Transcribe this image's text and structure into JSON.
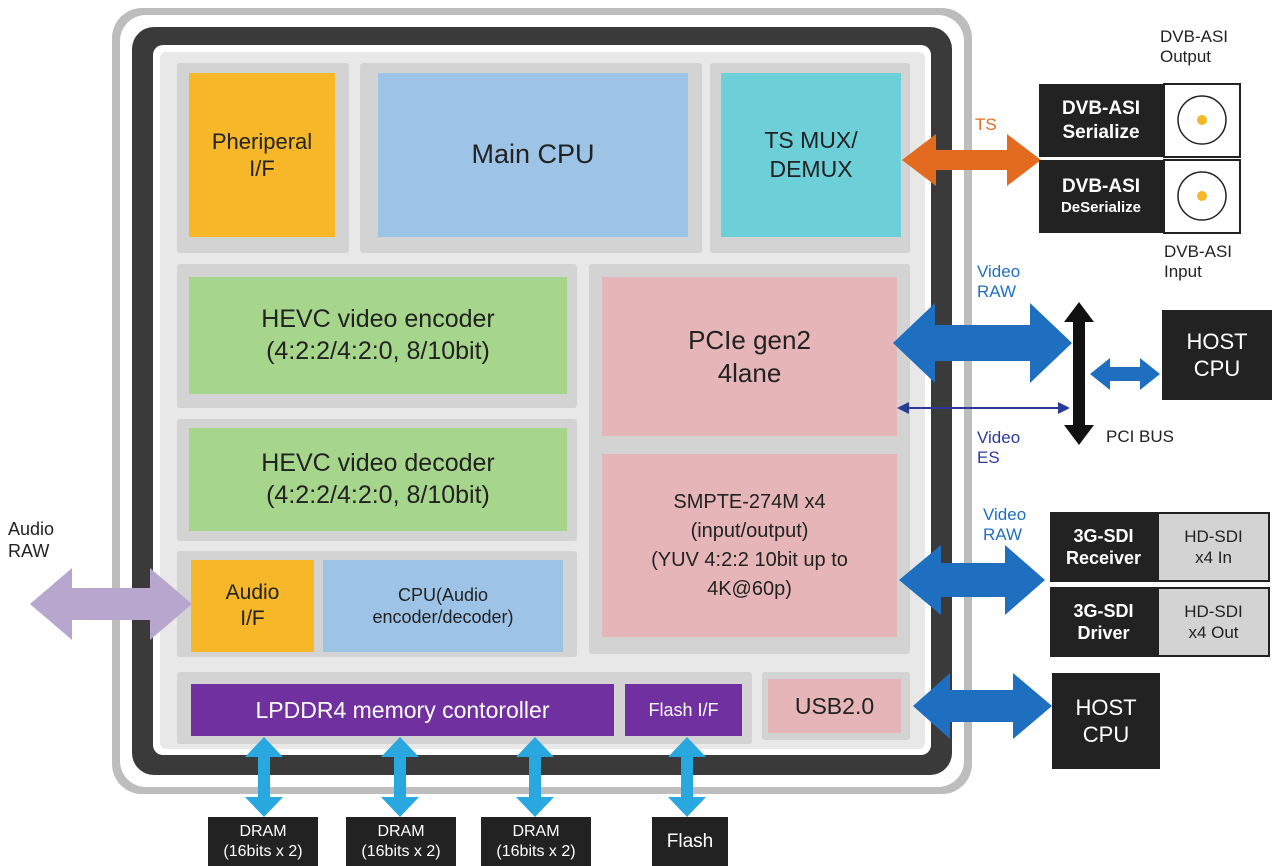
{
  "chip": {
    "peripheral": "Pheriperal\nI/F",
    "main_cpu": "Main CPU",
    "ts_mux": "TS MUX/\nDEMUX",
    "hevc_encoder": "HEVC video encoder\n(4:2:2/4:2:0, 8/10bit)",
    "hevc_decoder": "HEVC video decoder\n(4:2:2/4:2:0, 8/10bit)",
    "pcie": "PCIe gen2\n4lane",
    "smpte": "SMPTE-274M x4\n(input/output)\n(YUV 4:2:2 10bit up to\n4K@60p)",
    "audio_if": "Audio\nI/F",
    "cpu_audio": "CPU(Audio\nencoder/decoder)",
    "lpddr4": "LPDDR4 memory contoroller",
    "flash_if": "Flash I/F",
    "usb": "USB2.0"
  },
  "external": {
    "dvb_asi_output_label": "DVB-ASI\nOutput",
    "dvb_asi_input_label": "DVB-ASI\nInput",
    "dvb_serialize": "DVB-ASI\nSerialize",
    "dvb_deserialize_top": "DVB-ASI",
    "dvb_deserialize_bottom": "DeSerialize",
    "host_cpu_pci": "HOST\nCPU",
    "host_cpu_usb": "HOST\nCPU",
    "pci_bus": "PCI BUS",
    "sdi_receiver": "3G-SDI\nReceiver",
    "sdi_in": "HD-SDI\nx4  In",
    "sdi_driver": "3G-SDI\nDriver",
    "sdi_out": "HD-SDI\nx4  Out",
    "dram1": "DRAM\n(16bits x 2)",
    "dram2": "DRAM\n(16bits x 2)",
    "dram3": "DRAM\n(16bits x 2)",
    "flash": "Flash"
  },
  "signals": {
    "ts": "TS",
    "video_raw_top": "Video\nRAW",
    "video_es": "Video\nES",
    "video_raw_sdi": "Video\nRAW",
    "audio_raw": "Audio\nRAW"
  },
  "colors": {
    "orange_block": "#f6b829",
    "blue_block": "#9dc3e6",
    "cyan_block": "#6dcfd8",
    "green_block": "#a6d58c",
    "pink_block": "#e6b5b7",
    "purple_block": "#7030a0",
    "arrow_blue": "#1f6fc1",
    "arrow_orange": "#e26b1f",
    "arrow_purple": "#b8a6cf",
    "arrow_light_blue": "#29a8e0"
  }
}
